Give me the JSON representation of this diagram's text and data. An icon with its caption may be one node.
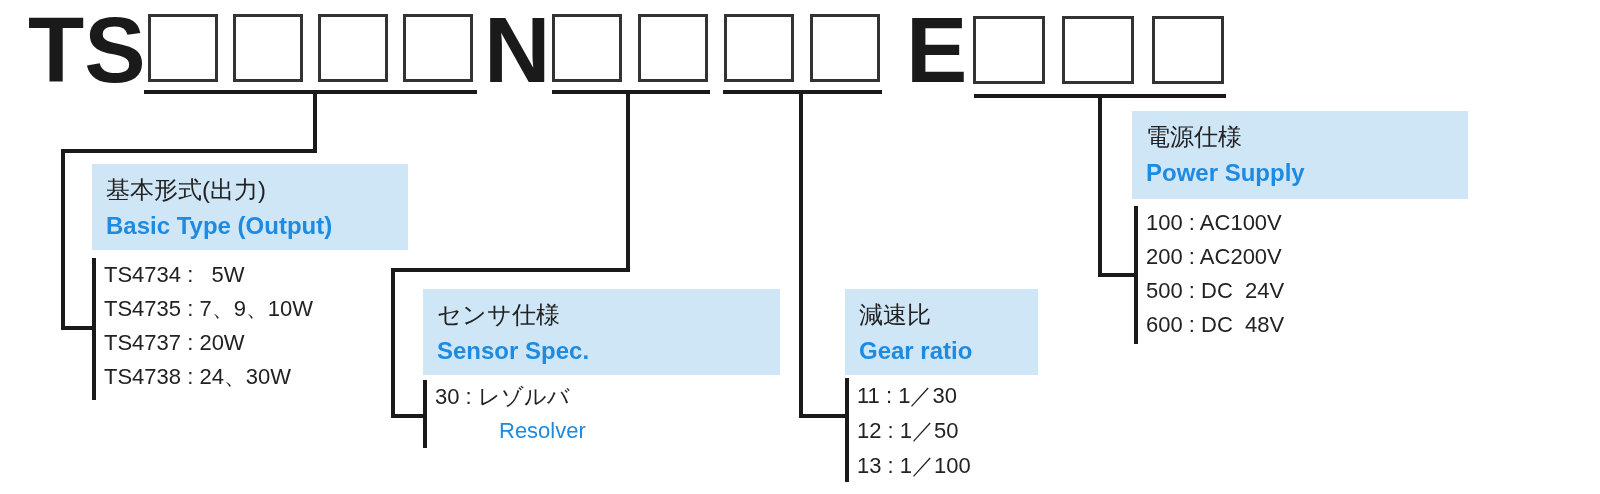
{
  "diagram": {
    "nodes": [
      {
        "text": [
          "TS"
        ]
      },
      {
        "text": [],
        "shape": "box"
      },
      {
        "text": [],
        "shape": "box"
      },
      {
        "text": [],
        "shape": "box"
      },
      {
        "text": [],
        "shape": "box"
      },
      {
        "text": [
          "N"
        ]
      },
      {
        "text": [],
        "shape": "box"
      },
      {
        "text": [],
        "shape": "box"
      },
      {
        "text": [],
        "shape": "box"
      },
      {
        "text": [],
        "shape": "box"
      },
      {
        "text": [
          "E"
        ]
      },
      {
        "text": [],
        "shape": "box"
      },
      {
        "text": [],
        "shape": "box"
      },
      {
        "text": [],
        "shape": "box"
      },
      {
        "text": [],
        "shape": "bar"
      },
      {
        "text": [],
        "shape": "bar"
      },
      {
        "text": [],
        "shape": "bar"
      },
      {
        "text": [],
        "shape": "bar"
      },
      {
        "text": [
          "基本形式(出力)",
          "Basic Type (Output)"
        ]
      },
      {
        "text": [
          "TS4734 :   5W",
          "TS4735 : 7、9、10W",
          "TS4737 : 20W",
          "TS4738 : 24、30W"
        ]
      },
      {
        "text": [
          "センサ仕様",
          "Sensor Spec."
        ]
      },
      {
        "text": [
          "30 : レゾルバ",
          "Resolver"
        ]
      },
      {
        "text": [
          "減速比",
          "Gear ratio"
        ]
      },
      {
        "text": [
          "11 : 1／30",
          "12 : 1／50",
          "13 : 1／100"
        ]
      },
      {
        "text": [
          "電源仕様",
          "Power Supply"
        ]
      },
      {
        "text": [
          "100 : AC100V",
          "200 : AC200V",
          "500 : DC  24V",
          "600 : DC  48V"
        ]
      }
    ],
    "edges": [
      {
        "from": 14,
        "to": 19,
        "arrow": "none"
      },
      {
        "from": 15,
        "to": 21,
        "arrow": "none"
      },
      {
        "from": 16,
        "to": 23,
        "arrow": "none"
      },
      {
        "from": 17,
        "to": 25,
        "arrow": "none"
      }
    ]
  }
}
